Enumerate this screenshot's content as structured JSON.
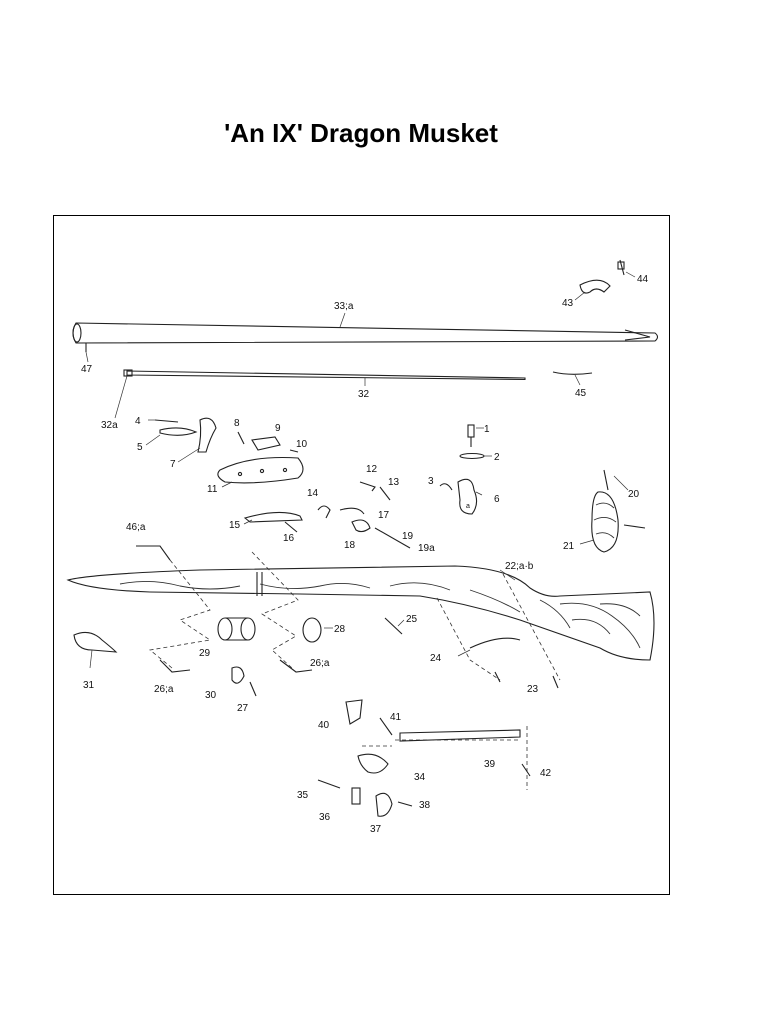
{
  "document": {
    "title": "'An IX' Dragon Musket"
  },
  "callouts": [
    {
      "id": "c44",
      "label": "44"
    },
    {
      "id": "c43",
      "label": "43"
    },
    {
      "id": "c33a",
      "label": "33;a"
    },
    {
      "id": "c47",
      "label": "47"
    },
    {
      "id": "c32",
      "label": "32"
    },
    {
      "id": "c32a",
      "label": "32a"
    },
    {
      "id": "c45",
      "label": "45"
    },
    {
      "id": "c4",
      "label": "4"
    },
    {
      "id": "c5",
      "label": "5"
    },
    {
      "id": "c7",
      "label": "7"
    },
    {
      "id": "c8",
      "label": "8"
    },
    {
      "id": "c9",
      "label": "9"
    },
    {
      "id": "c10",
      "label": "10"
    },
    {
      "id": "c11",
      "label": "11"
    },
    {
      "id": "c1",
      "label": "1"
    },
    {
      "id": "c2",
      "label": "2"
    },
    {
      "id": "c3",
      "label": "3"
    },
    {
      "id": "c6",
      "label": "6"
    },
    {
      "id": "c12",
      "label": "12"
    },
    {
      "id": "c13",
      "label": "13"
    },
    {
      "id": "c14",
      "label": "14"
    },
    {
      "id": "c17",
      "label": "17"
    },
    {
      "id": "c15",
      "label": "15"
    },
    {
      "id": "c16",
      "label": "16"
    },
    {
      "id": "c18",
      "label": "18"
    },
    {
      "id": "c19",
      "label": "19"
    },
    {
      "id": "c19a",
      "label": "19a"
    },
    {
      "id": "c20",
      "label": "20"
    },
    {
      "id": "c21",
      "label": "21"
    },
    {
      "id": "c46a",
      "label": "46;a"
    },
    {
      "id": "c22ab",
      "label": "22;a·b"
    },
    {
      "id": "c25",
      "label": "25"
    },
    {
      "id": "c28",
      "label": "28"
    },
    {
      "id": "c29",
      "label": "29"
    },
    {
      "id": "c26a_right",
      "label": "26;a"
    },
    {
      "id": "c24",
      "label": "24"
    },
    {
      "id": "c23",
      "label": "23"
    },
    {
      "id": "c31",
      "label": "31"
    },
    {
      "id": "c26a_left",
      "label": "26;a"
    },
    {
      "id": "c30",
      "label": "30"
    },
    {
      "id": "c27",
      "label": "27"
    },
    {
      "id": "c40",
      "label": "40"
    },
    {
      "id": "c41",
      "label": "41"
    },
    {
      "id": "c39",
      "label": "39"
    },
    {
      "id": "c42",
      "label": "42"
    },
    {
      "id": "c34",
      "label": "34"
    },
    {
      "id": "c35",
      "label": "35"
    },
    {
      "id": "c36",
      "label": "36"
    },
    {
      "id": "c37",
      "label": "37"
    },
    {
      "id": "c38",
      "label": "38"
    }
  ]
}
